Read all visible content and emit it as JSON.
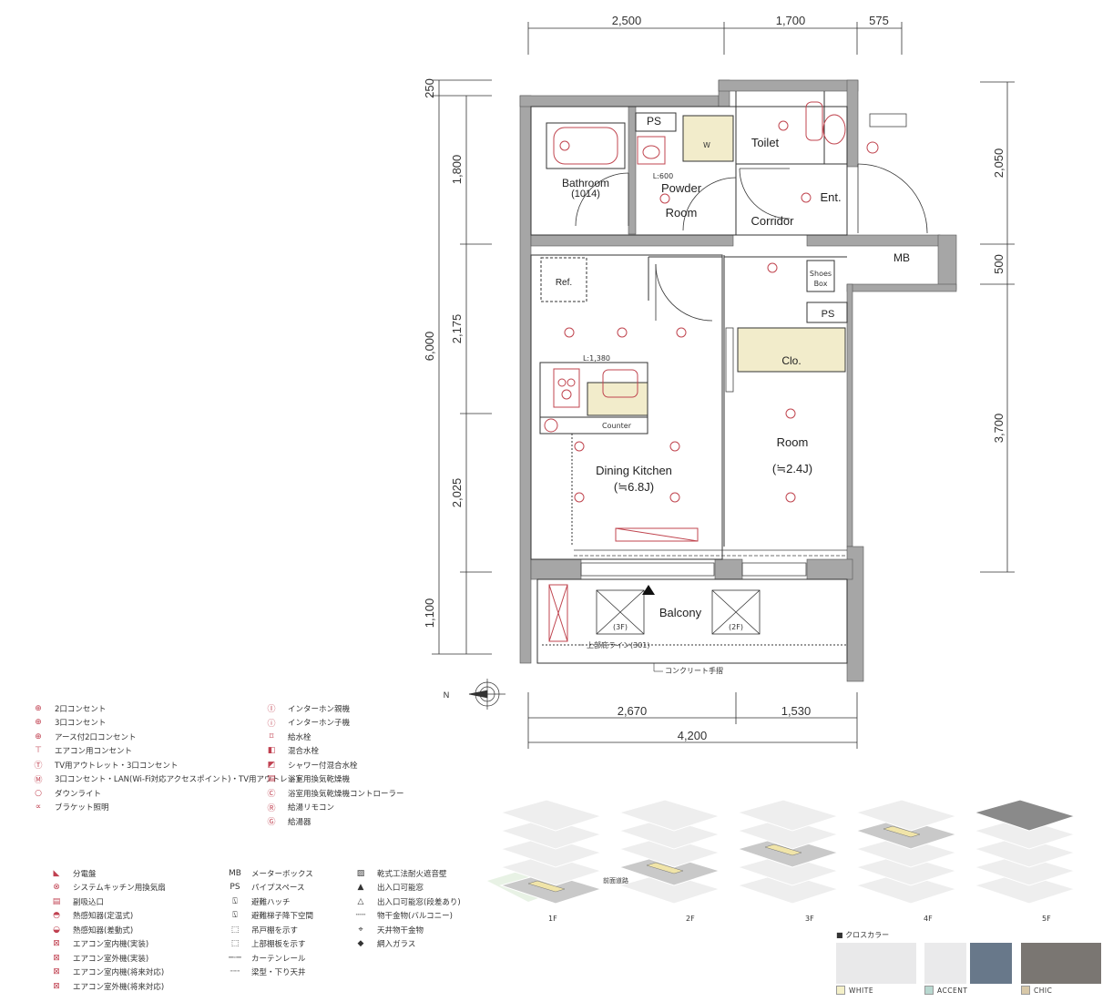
{
  "dimensions": {
    "top": [
      "2,500",
      "1,700",
      "575"
    ],
    "left": [
      "250",
      "1,800",
      "6,000",
      "2,175",
      "2,025",
      "1,100"
    ],
    "right": [
      "2,050",
      "500",
      "3,700"
    ],
    "bottom": [
      "2,670",
      "1,530",
      "4,200"
    ]
  },
  "rooms": {
    "ps_top": "PS",
    "bathroom": "Bathroom",
    "bathroom_size": "(1014)",
    "w": "W",
    "lamp": "L:600",
    "powder": "Powder",
    "powder2": "Room",
    "toilet": "Toilet",
    "corridor": "Corridor",
    "ent": "Ent.",
    "mb": "MB",
    "shoes": "Shoes",
    "shoes2": "Box",
    "ps_mid": "PS",
    "ref": "Ref.",
    "kitchen_l": "L:1,380",
    "counter": "Counter",
    "clo": "Clo.",
    "room": "Room",
    "room_size": "(≒2.4J)",
    "dk": "Dining Kitchen",
    "dk_size": "(≒6.8J)",
    "balcony": "Balcony",
    "hatch3f": "(3F)",
    "hatch2f": "(2F)",
    "eave_note": "上部庇ライン(301)",
    "rail_note": "コンクリート手摺",
    "north": "N"
  },
  "legend_a": [
    {
      "icon": "⊕",
      "label": "2口コンセント"
    },
    {
      "icon": "⊕",
      "label": "3口コンセント"
    },
    {
      "icon": "⊕",
      "label": "アース付2口コンセント"
    },
    {
      "icon": "⊤",
      "label": "エアコン用コンセント"
    },
    {
      "icon": "Ⓣ",
      "label": "TV用アウトレット・3口コンセント"
    },
    {
      "icon": "Ⓜ",
      "label": "3口コンセント・LAN(Wi-Fi対応アクセスポイント)・TV用アウトレット"
    },
    {
      "icon": "○",
      "label": "ダウンライト"
    },
    {
      "icon": "∝",
      "label": "ブラケット照明"
    }
  ],
  "legend_b": [
    {
      "icon": "Ⓘ",
      "label": "インターホン親機"
    },
    {
      "icon": "ⓘ",
      "label": "インターホン子機"
    },
    {
      "icon": "⌑",
      "label": "給水栓"
    },
    {
      "icon": "◧",
      "label": "混合水栓"
    },
    {
      "icon": "◩",
      "label": "シャワー付混合水栓"
    },
    {
      "icon": "▤",
      "label": "浴室用換気乾燥機"
    },
    {
      "icon": "Ⓒ",
      "label": "浴室用換気乾燥機コントローラー"
    },
    {
      "icon": "Ⓡ",
      "label": "給湯リモコン"
    },
    {
      "icon": "Ⓖ",
      "label": "給湯器"
    }
  ],
  "legend_c": [
    {
      "icon": "◣",
      "label": "分電盤"
    },
    {
      "icon": "⊗",
      "label": "システムキッチン用換気扇"
    },
    {
      "icon": "▤",
      "label": "副吸込口"
    },
    {
      "icon": "◓",
      "label": "熱感知器(定温式)"
    },
    {
      "icon": "◒",
      "label": "熱感知器(差動式)"
    },
    {
      "icon": "⊠",
      "label": "エアコン室内機(実装)"
    },
    {
      "icon": "⊠",
      "label": "エアコン室外機(実装)"
    },
    {
      "icon": "⊠",
      "label": "エアコン室内機(将来対応)"
    },
    {
      "icon": "⊠",
      "label": "エアコン室外機(将来対応)"
    }
  ],
  "legend_d": [
    {
      "icon": "MB",
      "label": "メーターボックス"
    },
    {
      "icon": "PS",
      "label": "パイプスペース"
    },
    {
      "icon": "⍂",
      "label": "避難ハッチ"
    },
    {
      "icon": "⍂",
      "label": "避難梯子降下空間"
    },
    {
      "icon": "⬚",
      "label": "吊戸棚を示す"
    },
    {
      "icon": "⬚",
      "label": "上部棚板を示す"
    },
    {
      "icon": "─·─",
      "label": "カーテンレール"
    },
    {
      "icon": "┈┈",
      "label": "梁型・下り天井"
    }
  ],
  "legend_e": [
    {
      "icon": "▨",
      "label": "乾式工法耐火遮音壁"
    },
    {
      "icon": "▲",
      "label": "出入口可能窓"
    },
    {
      "icon": "△",
      "label": "出入口可能窓(段差あり)"
    },
    {
      "icon": "┄┄",
      "label": "物干金物(バルコニー)"
    },
    {
      "icon": "⌖",
      "label": "天井物干金物"
    },
    {
      "icon": "◆",
      "label": "網入ガラス"
    }
  ],
  "floors": {
    "labels": [
      "1F",
      "2F",
      "3F",
      "4F",
      "5F"
    ],
    "road": "前面道路"
  },
  "cross_color": {
    "title": "■ クロスカラー",
    "swatches": [
      {
        "label": "WHITE",
        "key": "#f4f0c8"
      },
      {
        "label": "ACCENT",
        "key": "#b8d8d0"
      },
      {
        "label": "CHIC",
        "key": "#d8c8a8"
      }
    ],
    "colors": {
      "white": "#e9e9ea",
      "accent_light": "#eaeaeb",
      "accent_dark": "#68788a",
      "chic": "#7a7672"
    }
  },
  "colors": {
    "wall": "#a6a6a6",
    "fixture": "#c0454f",
    "yellow": "#f2eccb",
    "line": "#333333"
  }
}
